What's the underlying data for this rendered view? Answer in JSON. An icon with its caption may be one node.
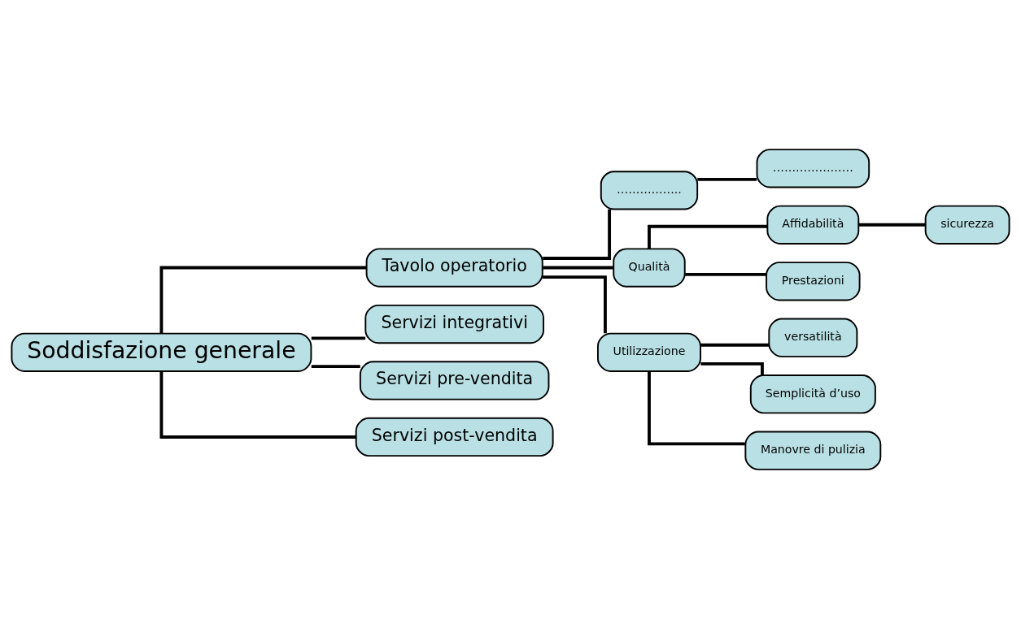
{
  "diagram": {
    "nodes": [
      {
        "text": [
          "Soddisfazione generale"
        ]
      },
      {
        "text": [
          "Tavolo operatorio"
        ]
      },
      {
        "text": [
          "…………….."
        ]
      },
      {
        "text": [
          "Qualità"
        ]
      },
      {
        "text": [
          "Utilizzazione"
        ]
      },
      {
        "text": [
          "…………………"
        ]
      },
      {
        "text": [
          "Affidabilità"
        ]
      },
      {
        "text": [
          "sicurezza"
        ]
      },
      {
        "text": [
          "Prestazioni"
        ]
      },
      {
        "text": [
          "versatilità"
        ]
      },
      {
        "text": [
          "Semplicità d’uso"
        ]
      },
      {
        "text": [
          "Manovre di pulizia"
        ]
      },
      {
        "text": [
          "Servizi integrativi"
        ]
      },
      {
        "text": [
          "Servizi pre-vendita"
        ]
      },
      {
        "text": [
          "Servizi post-vendita"
        ]
      }
    ],
    "edges": [
      {
        "from": 0,
        "to": 1,
        "arrow": "none"
      },
      {
        "from": 1,
        "to": 2,
        "arrow": "none"
      },
      {
        "from": 1,
        "to": 3,
        "arrow": "none"
      },
      {
        "from": 1,
        "to": 4,
        "arrow": "none"
      },
      {
        "from": 2,
        "to": 5,
        "arrow": "none"
      },
      {
        "from": 3,
        "to": 6,
        "arrow": "none"
      },
      {
        "from": 6,
        "to": 7,
        "arrow": "none"
      },
      {
        "from": 3,
        "to": 8,
        "arrow": "none"
      },
      {
        "from": 4,
        "to": 9,
        "arrow": "none"
      },
      {
        "from": 4,
        "to": 10,
        "arrow": "none"
      },
      {
        "from": 4,
        "to": 11,
        "arrow": "none"
      },
      {
        "from": 0,
        "to": 12,
        "arrow": "none"
      },
      {
        "from": 0,
        "to": 13,
        "arrow": "none"
      },
      {
        "from": 0,
        "to": 14,
        "arrow": "none"
      }
    ]
  }
}
